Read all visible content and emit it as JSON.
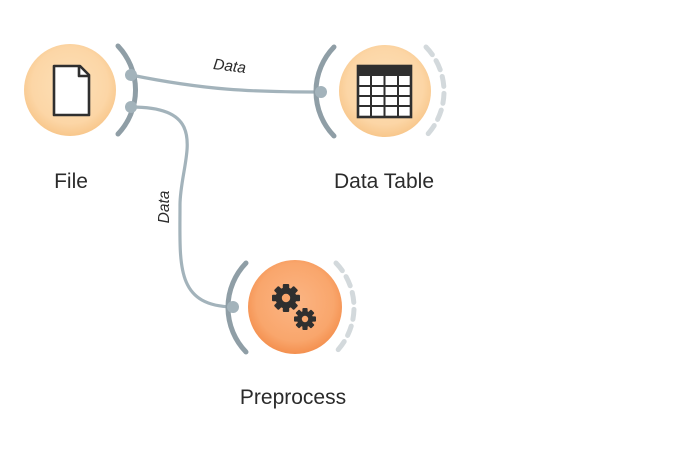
{
  "colors": {
    "node_file": "#fcd7a8",
    "node_file_edge": "#f9c98f",
    "node_table": "#fcd7a8",
    "node_preprocess": "#f9a86a",
    "node_preprocess_edge": "#f59450",
    "link": "#a3b3bb",
    "port_arc": "#8f9ea6",
    "port_arc_dashed": "#d3d9dc",
    "icon": "#2f2f2f",
    "label": "#2b2b2b"
  },
  "nodes": [
    {
      "id": "file",
      "label": "File",
      "icon": "file-icon",
      "has_input": false,
      "has_output": true
    },
    {
      "id": "data-table",
      "label": "Data Table",
      "icon": "table-icon",
      "has_input": true,
      "has_output": false
    },
    {
      "id": "preprocess",
      "label": "Preprocess",
      "icon": "gears-icon",
      "has_input": true,
      "has_output": false
    }
  ],
  "links": [
    {
      "from": "File",
      "to": "Data Table",
      "label": "Data"
    },
    {
      "from": "File",
      "to": "Preprocess",
      "label": "Data"
    }
  ]
}
